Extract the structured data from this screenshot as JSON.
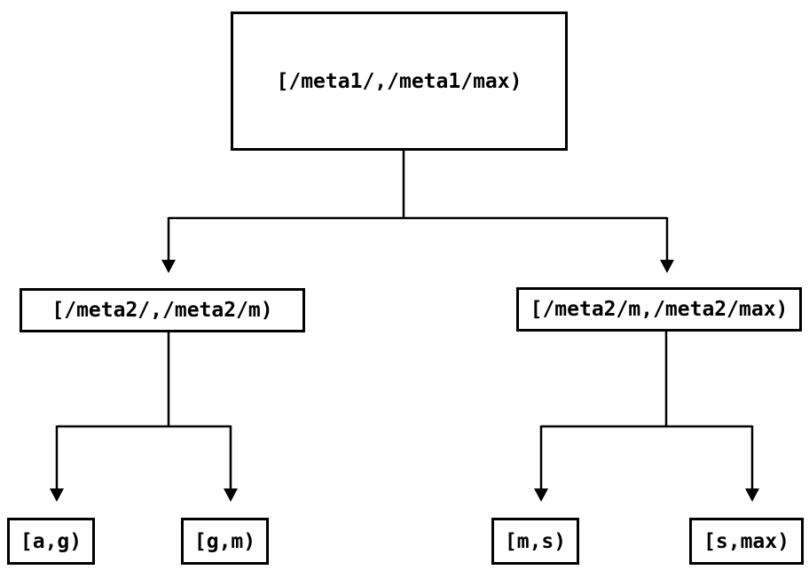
{
  "colors": {
    "ink": "#000000",
    "background": "#ffffff"
  },
  "diagram": {
    "root": {
      "label": "[/meta1/,/meta1/max)"
    },
    "branches": [
      {
        "label": "[/meta2/,/meta2/m)",
        "children": [
          {
            "label": "[a,g)"
          },
          {
            "label": "[g,m)"
          }
        ]
      },
      {
        "label": "[/meta2/m,/meta2/max)",
        "children": [
          {
            "label": "[m,s)"
          },
          {
            "label": "[s,max)"
          }
        ]
      }
    ]
  }
}
